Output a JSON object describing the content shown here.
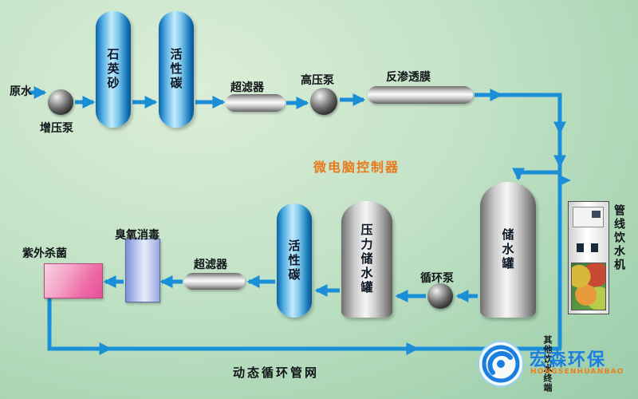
{
  "flow_top": {
    "raw_water": "原水",
    "booster_pump": "增压泵",
    "quartz_sand": "石英砂",
    "activated_carbon": "活性碳",
    "ultrafilter": "超滤器",
    "high_pressure_pump": "高压泵",
    "ro_membrane": "反渗透膜"
  },
  "controller": {
    "label": "微电脑控制器"
  },
  "flow_bottom": {
    "uv_sterilizer": "紫外杀菌",
    "ozone_disinfection": "臭氧消毒",
    "ultrafilter": "超滤器",
    "activated_carbon": "活性碳",
    "pressure_storage_tank": "压力储水罐",
    "circulation_pump": "循环泵",
    "storage_tank": "储水罐"
  },
  "terminals": {
    "pipeline_dispenser": "管线饮水机",
    "other_terminals": "其他饮水终端"
  },
  "network_label": "动态循环管网",
  "logo": {
    "cn": "宏森环保",
    "en": "HONGSENHUANBAO"
  },
  "colors": {
    "pipe_blue": "#1a8fd8",
    "background_green": "#bfe0c4",
    "controller_orange": "#e8791c",
    "logo_blue": "#1b7fe0",
    "logo_orange": "#f08018"
  }
}
